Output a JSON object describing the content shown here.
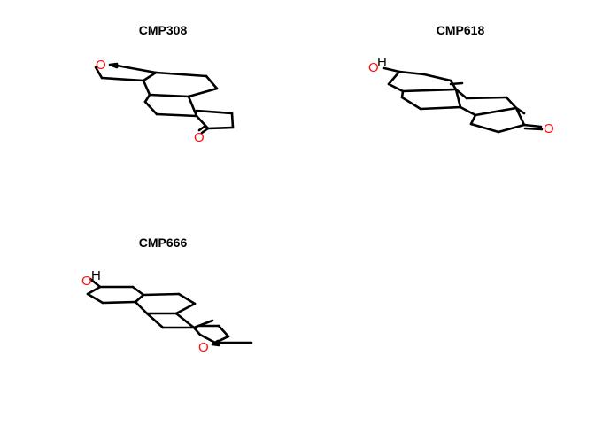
{
  "panels": [
    {
      "title": "CMP308",
      "atoms": {
        "o1": "O",
        "o2": "O"
      }
    },
    {
      "title": "CMP618",
      "atoms": {
        "o1": "O",
        "h1": "H",
        "o2": "O"
      }
    },
    {
      "title": "CMP666",
      "atoms": {
        "o1": "O",
        "h1": "H",
        "o2": "O"
      }
    }
  ],
  "colors": {
    "bond": "#000000",
    "oxygen": "#ff0d0d",
    "hydrogen": "#000000",
    "background": "#ffffff"
  }
}
